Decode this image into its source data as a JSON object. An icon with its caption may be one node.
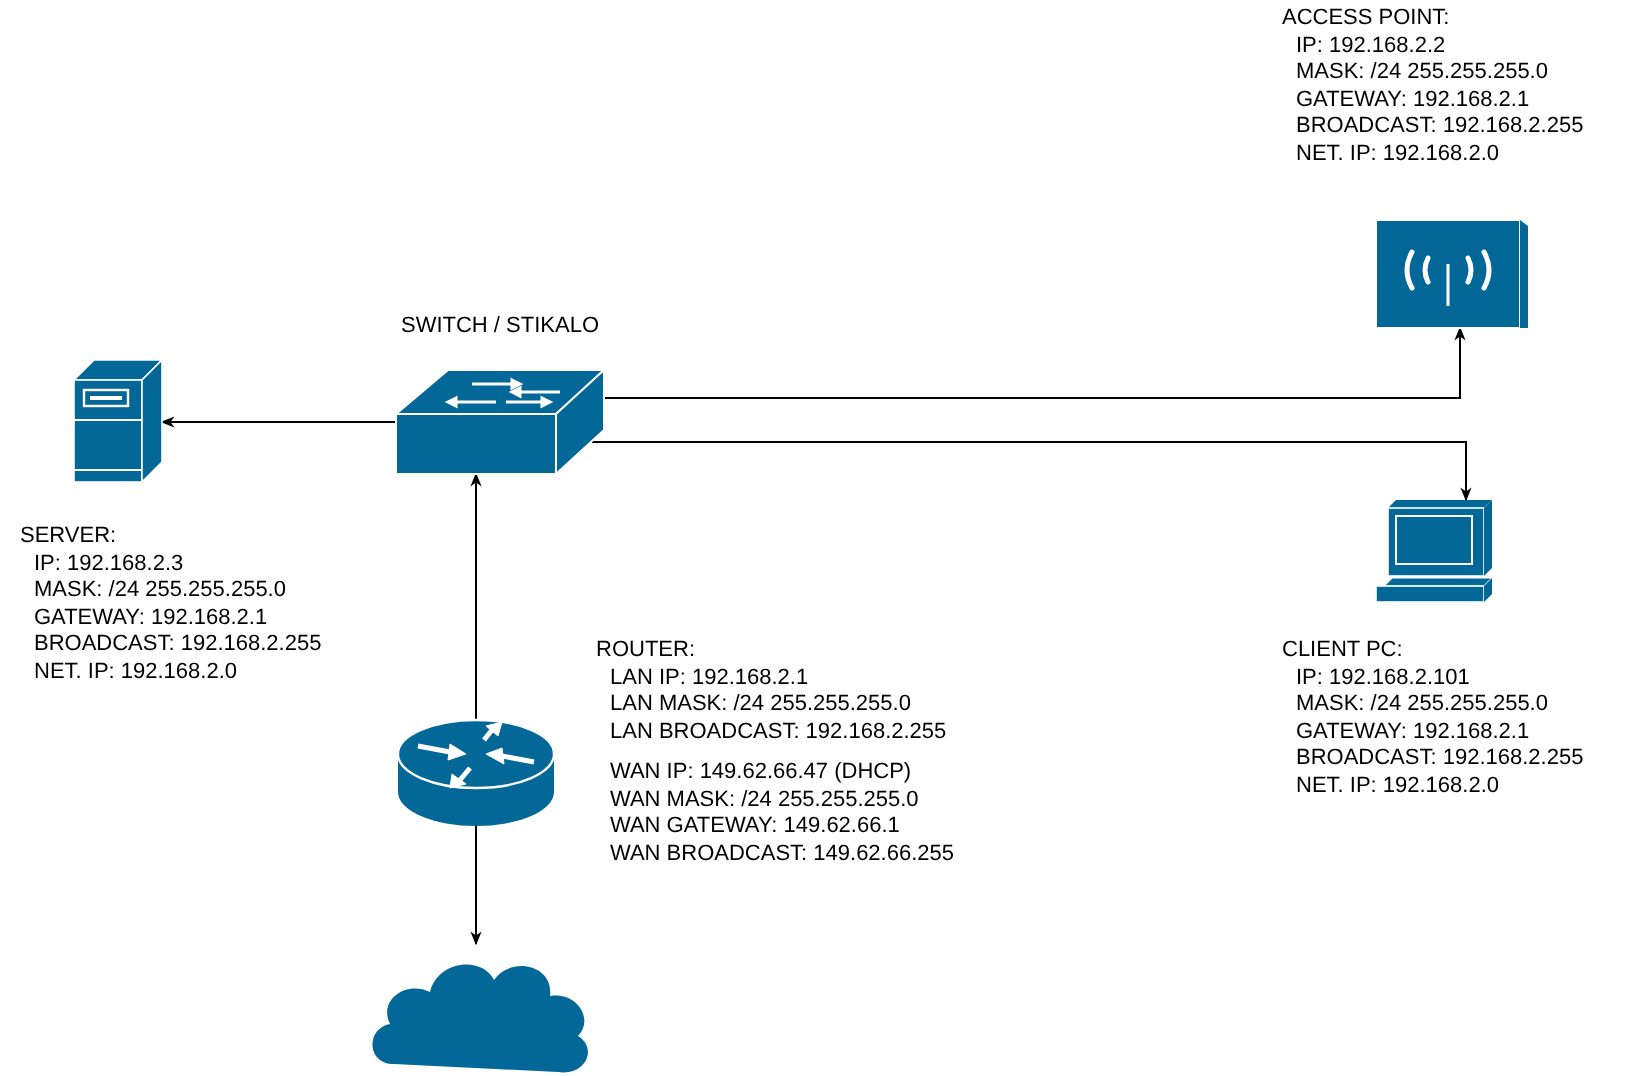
{
  "diagram": {
    "nodes": [
      {
        "text": [],
        "shape": "picture",
        "beside": [
          "SWITCH / STIKALO"
        ]
      },
      {
        "text": [],
        "shape": "picture",
        "beside": [
          "SERVER:",
          "IP: 192.168.2.3",
          "MASK: /24 255.255.255.0",
          "GATEWAY: 192.168.2.1",
          "BROADCAST: 192.168.2.255",
          "NET. IP: 192.168.2.0"
        ]
      },
      {
        "text": [],
        "shape": "picture",
        "beside": [
          "ACCESS POINT:",
          "IP: 192.168.2.2",
          "MASK: /24 255.255.255.0",
          "GATEWAY: 192.168.2.1",
          "BROADCAST: 192.168.2.255",
          "NET. IP: 192.168.2.0"
        ]
      },
      {
        "text": [],
        "shape": "picture",
        "beside": [
          "CLIENT PC:",
          "IP: 192.168.2.101",
          "MASK: /24 255.255.255.0",
          "GATEWAY: 192.168.2.1",
          "BROADCAST: 192.168.2.255",
          "NET. IP: 192.168.2.0"
        ]
      },
      {
        "text": [],
        "shape": "picture",
        "beside": [
          "ROUTER:",
          "LAN IP: 192.168.2.1",
          "LAN MASK: /24 255.255.255.0",
          "LAN BROADCAST: 192.168.2.255",
          "WAN IP: 149.62.66.47 (DHCP)",
          "WAN MASK: /24 255.255.255.0",
          "WAN GATEWAY: 149.62.66.1",
          "WAN BROADCAST: 149.62.66.255"
        ]
      },
      {
        "text": [],
        "shape": "cloud"
      }
    ],
    "edges": [
      {
        "from": 0,
        "to": 1,
        "arrow": "to"
      },
      {
        "from": 0,
        "to": 2,
        "arrow": "to"
      },
      {
        "from": 0,
        "to": 3,
        "arrow": "to"
      },
      {
        "from": 4,
        "to": 0,
        "arrow": "to"
      },
      {
        "from": 4,
        "to": 5,
        "arrow": "to"
      }
    ]
  }
}
